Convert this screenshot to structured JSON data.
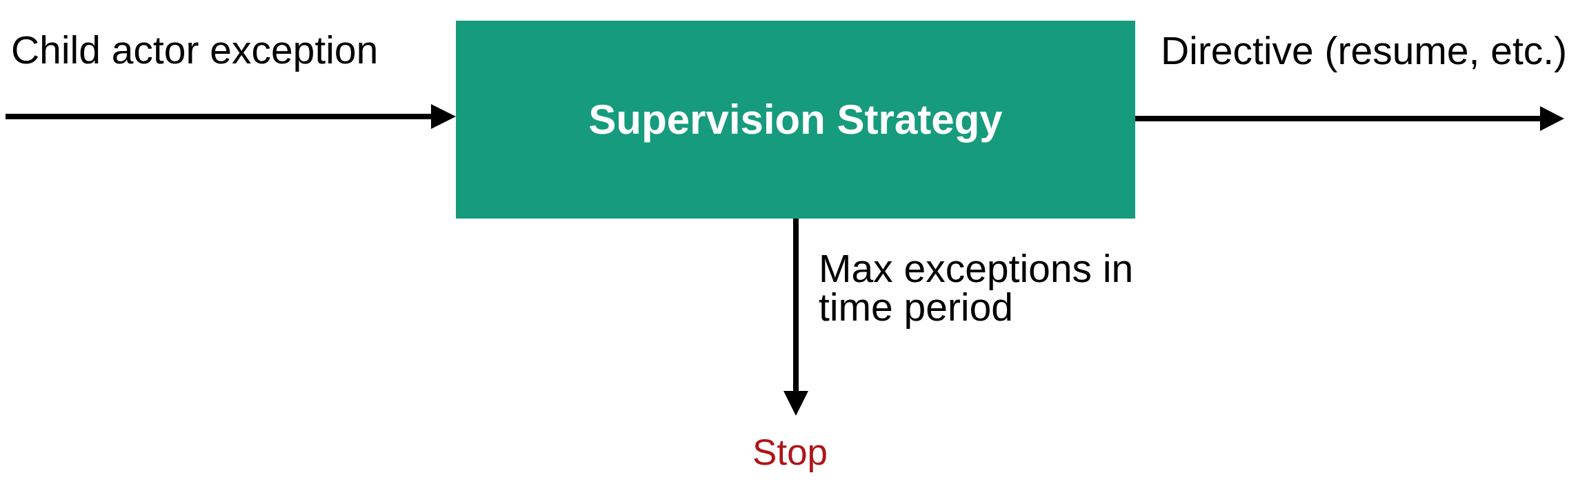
{
  "diagram": {
    "node": {
      "label": "Supervision Strategy"
    },
    "input_edge": {
      "label": "Child actor exception"
    },
    "output_edge": {
      "label": "Directive (resume, etc.)"
    },
    "failure_edge": {
      "label_lines": [
        "Max exceptions in",
        "time period"
      ],
      "terminal_label": "Stop"
    }
  },
  "colors": {
    "background": "#ffffff",
    "node_fill": "#169B7D",
    "node_text": "#ffffff",
    "label_text": "#000000",
    "arrow": "#000000",
    "stop_text": "#AE1519"
  }
}
